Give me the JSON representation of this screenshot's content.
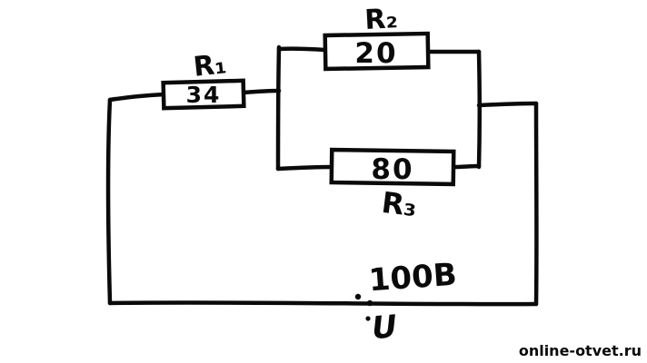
{
  "diagram": {
    "ink_color": "#0a0a0a",
    "resistors": [
      {
        "id": "R1",
        "label": "R₁",
        "value": "34"
      },
      {
        "id": "R2",
        "label": "R₂",
        "value": "20"
      },
      {
        "id": "R3",
        "label": "R₃",
        "value": "80"
      }
    ],
    "source": {
      "voltage": "100В",
      "symbol": "U"
    }
  },
  "watermark": {
    "text": "online-otvet.ru",
    "color": "#3a66c9"
  }
}
